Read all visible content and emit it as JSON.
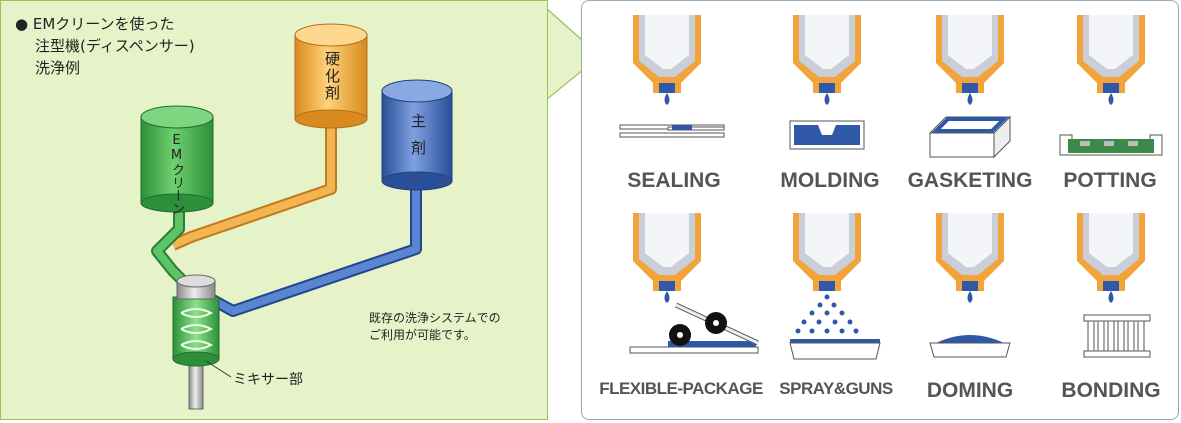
{
  "left_panel": {
    "title_bullet": "●",
    "title_lines": [
      "EMクリーンを使った",
      "注型機(ディスペンサー)",
      "洗浄例"
    ],
    "tanks": {
      "em_clean": "EMクリーン",
      "hardener": "硬化剤",
      "main_agent": "主剤"
    },
    "note_lines": [
      "既存の洗浄システムでの",
      "ご利用が可能です。"
    ],
    "mixer_label": "ミキサー部",
    "colors": {
      "em_clean": "#3fae4a",
      "hardener": "#f0a634",
      "main_agent": "#3c66b4",
      "background": "#e6f3c9"
    }
  },
  "right_panel": {
    "applications": [
      {
        "label": "SEALING",
        "icon": "sealing-icon"
      },
      {
        "label": "MOLDING",
        "icon": "molding-icon"
      },
      {
        "label": "GASKETING",
        "icon": "gasketing-icon"
      },
      {
        "label": "POTTING",
        "icon": "potting-icon"
      },
      {
        "label": "FLEXIBLE-PACKAGE",
        "icon": "flexible-package-icon"
      },
      {
        "label": "SPRAY&GUNS",
        "icon": "spray-guns-icon"
      },
      {
        "label": "DOMING",
        "icon": "doming-icon"
      },
      {
        "label": "BONDING",
        "icon": "bonding-icon"
      }
    ]
  }
}
